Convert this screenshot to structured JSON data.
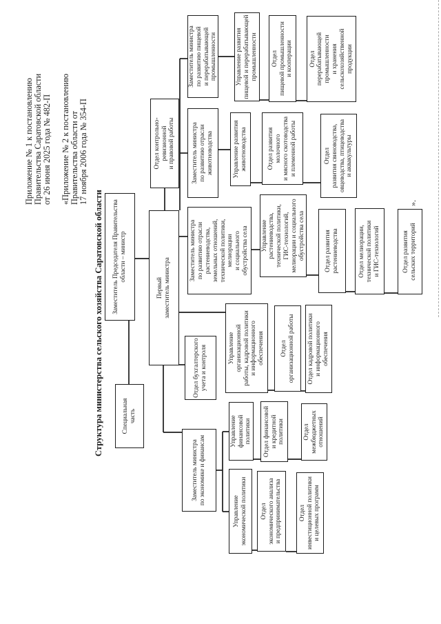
{
  "page": {
    "annex_header": {
      "lines": [
        "Приложение № 1 к постановлению",
        "Правительства Саратовской области",
        "от 26 июня 2025 года № 482-П",
        "",
        "«Приложение № 2 к постановлению",
        "Правительства области от",
        "17 ноября 2006 года № 354-П"
      ]
    },
    "title": "Структура министерства сельского хозяйства Саратовской области",
    "closing_quote_mark": "»."
  },
  "org": {
    "nodes": {
      "special_part": {
        "label": "Специальная\nчасть"
      },
      "minister": {
        "label": "Заместитель Председателя Правительства\nобласти – министр"
      },
      "first_deputy": {
        "label": "Первый\nзаместитель министра"
      },
      "control_audit": {
        "label": "Отдел контрольно-ревизионной\nи правовой работы"
      },
      "deputy_econ": {
        "label": "Заместитель министра\nпо экономике и финансам"
      },
      "accounting": {
        "label": "Отдел бухгалтерского\nучета и контроля"
      },
      "deputy_crop": {
        "label": "Заместитель министра\nпо развитию отрасли\nрастениеводства,\nземельных отношений,\nтехнической политики,\nмелиорации\nи социального\nобустройства села"
      },
      "deputy_livestock": {
        "label": "Заместитель министра\nпо развитию отрасли\nживотноводства"
      },
      "deputy_food": {
        "label": "Заместитель министра\nпо развитию пищевой\nи перерабатывающей\nпромышленности"
      },
      "dir_econ": {
        "label": "Управление\nэкономической политики"
      },
      "dir_fin": {
        "label": "Управление\nфинансовой\nполитики"
      },
      "dir_org": {
        "label": "Управление\nорганизационной\nработы, кадровой политики\nи информационного\nобеспечения"
      },
      "dir_crop": {
        "label": "Управление\nрастениеводства,\nтехнической политики,\nГИС-технологий,\nмелиорации и социального\nобустройства села"
      },
      "dir_livestock": {
        "label": "Управление развития\nживотноводства"
      },
      "dir_food": {
        "label": "Управление развития\nпищевой и перерабатывающей\nпромышленности"
      },
      "dep_econ_analysis": {
        "label": "Отдел\nэкономического анализа\nи предпринимательства"
      },
      "dep_invest": {
        "label": "Отдел\nинвестиционной политики\nи целевых программ"
      },
      "dep_fin_credit": {
        "label": "Отдел финансовой\nи кредитной\nполитики"
      },
      "dep_interbudget": {
        "label": "Отдел\nмежбюджетных\nотношений"
      },
      "dep_org_work": {
        "label": "Отдел\nорганизационной работы"
      },
      "dep_hr": {
        "label": "Отдел кадровой политики\nи информационного\nобеспечения"
      },
      "dep_crop_dev": {
        "label": "Отдел развития\nрастениеводства"
      },
      "dep_melio": {
        "label": "Отдел мелиорации,\nтехнической политики\nи ГИС-технологий"
      },
      "dep_rural": {
        "label": "Отдел развития\nсельских территорий"
      },
      "dep_dairy": {
        "label": "Отдел развития\nмолочного\nи мясного скотоводства\nи племенной работы"
      },
      "dep_pig": {
        "label": "Отдел\nразвития свиноводства,\nовцеводства, птицеводства\nи аквакультуры"
      },
      "dep_food_ind": {
        "label": "Отдел\nпищевой промышленности\nи кооперации"
      },
      "dep_process": {
        "label": "Отдел\nперерабатывающей\nпромышленности\nи хранения\nсельскохозяйственной\nпродукции"
      }
    },
    "edges": [
      [
        "minister",
        "special_part"
      ],
      [
        "minister",
        "first_deputy"
      ],
      [
        "first_deputy",
        "control_audit"
      ],
      [
        "first_deputy",
        "accounting"
      ],
      [
        "first_deputy",
        "deputy_econ"
      ],
      [
        "first_deputy",
        "dir_org"
      ],
      [
        "first_deputy",
        "deputy_crop"
      ],
      [
        "first_deputy",
        "deputy_livestock"
      ],
      [
        "first_deputy",
        "deputy_food"
      ],
      [
        "deputy_econ",
        "dir_econ"
      ],
      [
        "deputy_econ",
        "dir_fin"
      ],
      [
        "dir_econ",
        "dep_econ_analysis"
      ],
      [
        "dir_econ",
        "dep_invest"
      ],
      [
        "dir_fin",
        "dep_fin_credit"
      ],
      [
        "dir_fin",
        "dep_interbudget"
      ],
      [
        "dir_org",
        "dep_org_work"
      ],
      [
        "dir_org",
        "dep_hr"
      ],
      [
        "deputy_crop",
        "dir_crop"
      ],
      [
        "dir_crop",
        "dep_crop_dev"
      ],
      [
        "dir_crop",
        "dep_melio"
      ],
      [
        "dir_crop",
        "dep_rural"
      ],
      [
        "deputy_livestock",
        "dir_livestock"
      ],
      [
        "dir_livestock",
        "dep_dairy"
      ],
      [
        "dir_livestock",
        "dep_pig"
      ],
      [
        "deputy_food",
        "dir_food"
      ],
      [
        "dir_food",
        "dep_food_ind"
      ],
      [
        "dir_food",
        "dep_process"
      ]
    ],
    "ink_color": "#1b1b1b"
  }
}
